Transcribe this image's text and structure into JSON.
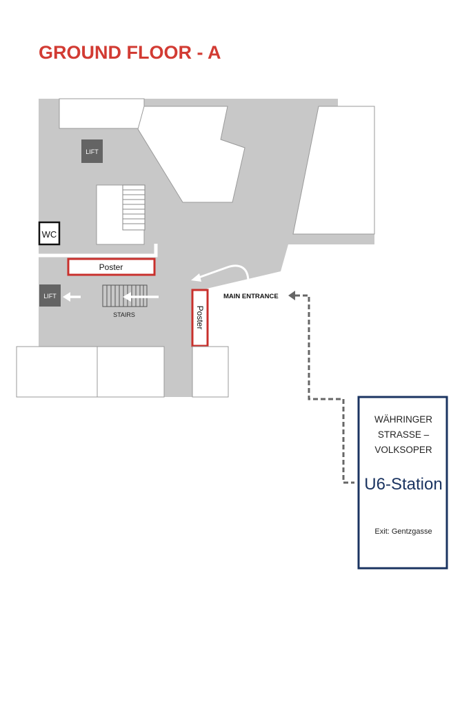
{
  "title": "GROUND FLOOR - A",
  "labels": {
    "lift_top": "LIFT",
    "lift_bottom": "LIFT",
    "wc": "WC",
    "poster_horizontal": "Poster",
    "poster_vertical": "Poster",
    "stairs": "STAIRS",
    "main_entrance": "MAIN ENTRANCE"
  },
  "station": {
    "name_line1": "WÄHRINGER",
    "name_line2": "STRASSE –",
    "name_line3": "VOLKSOPER",
    "line": "U6-Station",
    "exit": "Exit: Gentzgasse"
  },
  "colors": {
    "title": "#d23b33",
    "floor": "#c8c8c8",
    "poster_border": "#c8302c",
    "lift": "#646464",
    "station_border": "#1b3461",
    "path": "#666666"
  }
}
